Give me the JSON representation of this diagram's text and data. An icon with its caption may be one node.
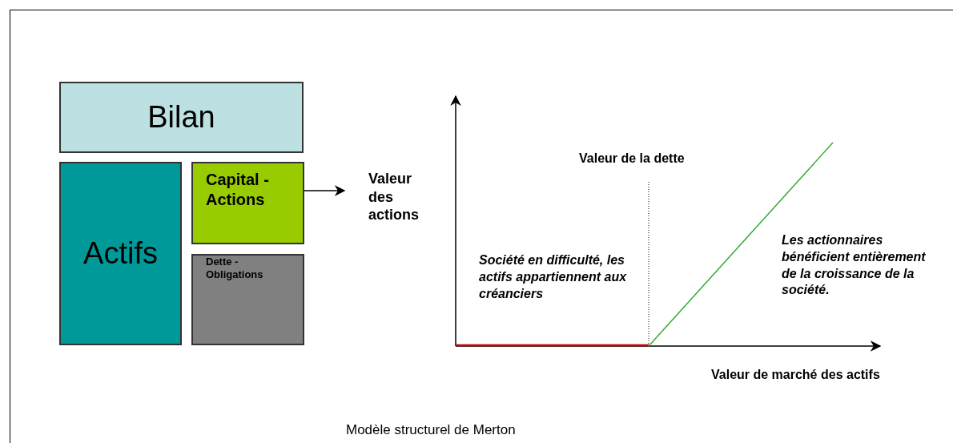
{
  "diagram": {
    "caption": "Modèle structurel de Merton",
    "nodes": [
      {
        "text": [
          "Bilan"
        ]
      },
      {
        "text": [
          "Actifs"
        ]
      },
      {
        "text": [
          "Capital - Actions"
        ]
      },
      {
        "text": [
          "Dette - Obligations"
        ]
      },
      {
        "text": [
          "Valeur des actions"
        ]
      }
    ],
    "edges": [
      {
        "from": 2,
        "to": 4,
        "arrow": "to"
      }
    ],
    "labels": [
      "Valeur de la dette",
      "Société en difficulté, les actifs appartiennent aux créanciers",
      "Les actionnaires bénéficient entièrement de la croissance de la société.",
      "Valeur de marché des actifs"
    ]
  }
}
